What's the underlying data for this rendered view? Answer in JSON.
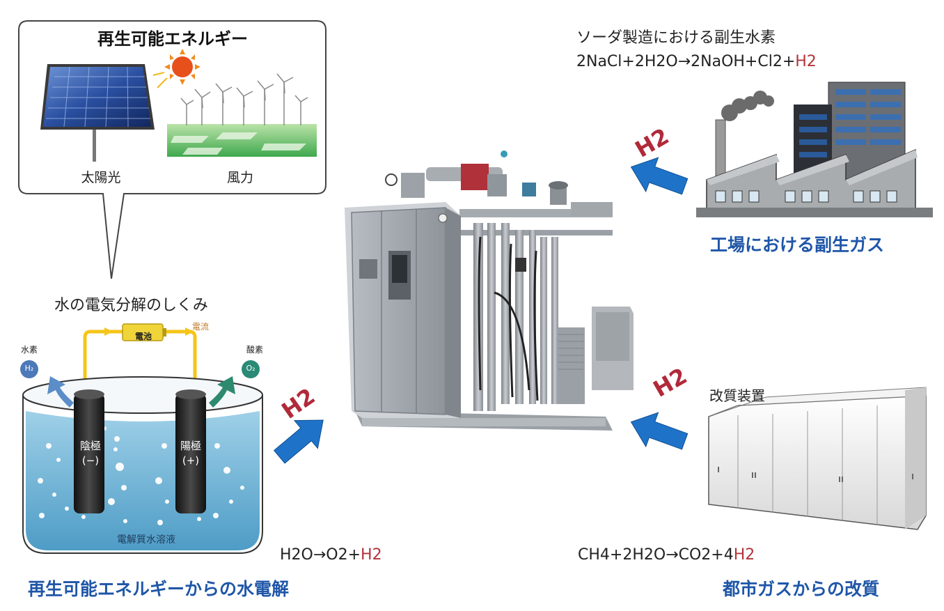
{
  "renewable_box": {
    "title": "再生可能エネルギー",
    "solar_label": "太陽光",
    "wind_label": "風力"
  },
  "electrolysis": {
    "title": "水の電気分解のしくみ",
    "battery_label": "電池",
    "current_label": "電流",
    "hydrogen_label": "水素",
    "oxygen_label": "酸素",
    "h2_badge": "H₂",
    "o2_badge": "O₂",
    "cathode_label": "陰極",
    "cathode_sign": "(−)",
    "anode_label": "陽極",
    "anode_sign": "(+)",
    "solution_label": "電解質水溶液",
    "equation_prefix": "H2O→O2+",
    "equation_h2": "H2",
    "section_title": "再生可能エネルギーからの水電解"
  },
  "soda": {
    "title": "ソーダ製造における副生水素",
    "equation_prefix": "2NaCl+2H2O→2NaOH+Cl2+",
    "equation_h2": "H2",
    "section_title": "工場における副生ガス"
  },
  "city_gas": {
    "reformer_label": "改質装置",
    "equation_prefix": "CH4+2H2O→CO2+4",
    "equation_h2": "H2",
    "section_title": "都市ガスからの改質"
  },
  "arrows": {
    "label": "H2"
  },
  "colors": {
    "arrow_blue": "#1e73c8",
    "h2_red": "#b02a3a",
    "section_blue": "#1f56a8",
    "water": "#7fc0de",
    "electrode": "#2b2b2b"
  }
}
